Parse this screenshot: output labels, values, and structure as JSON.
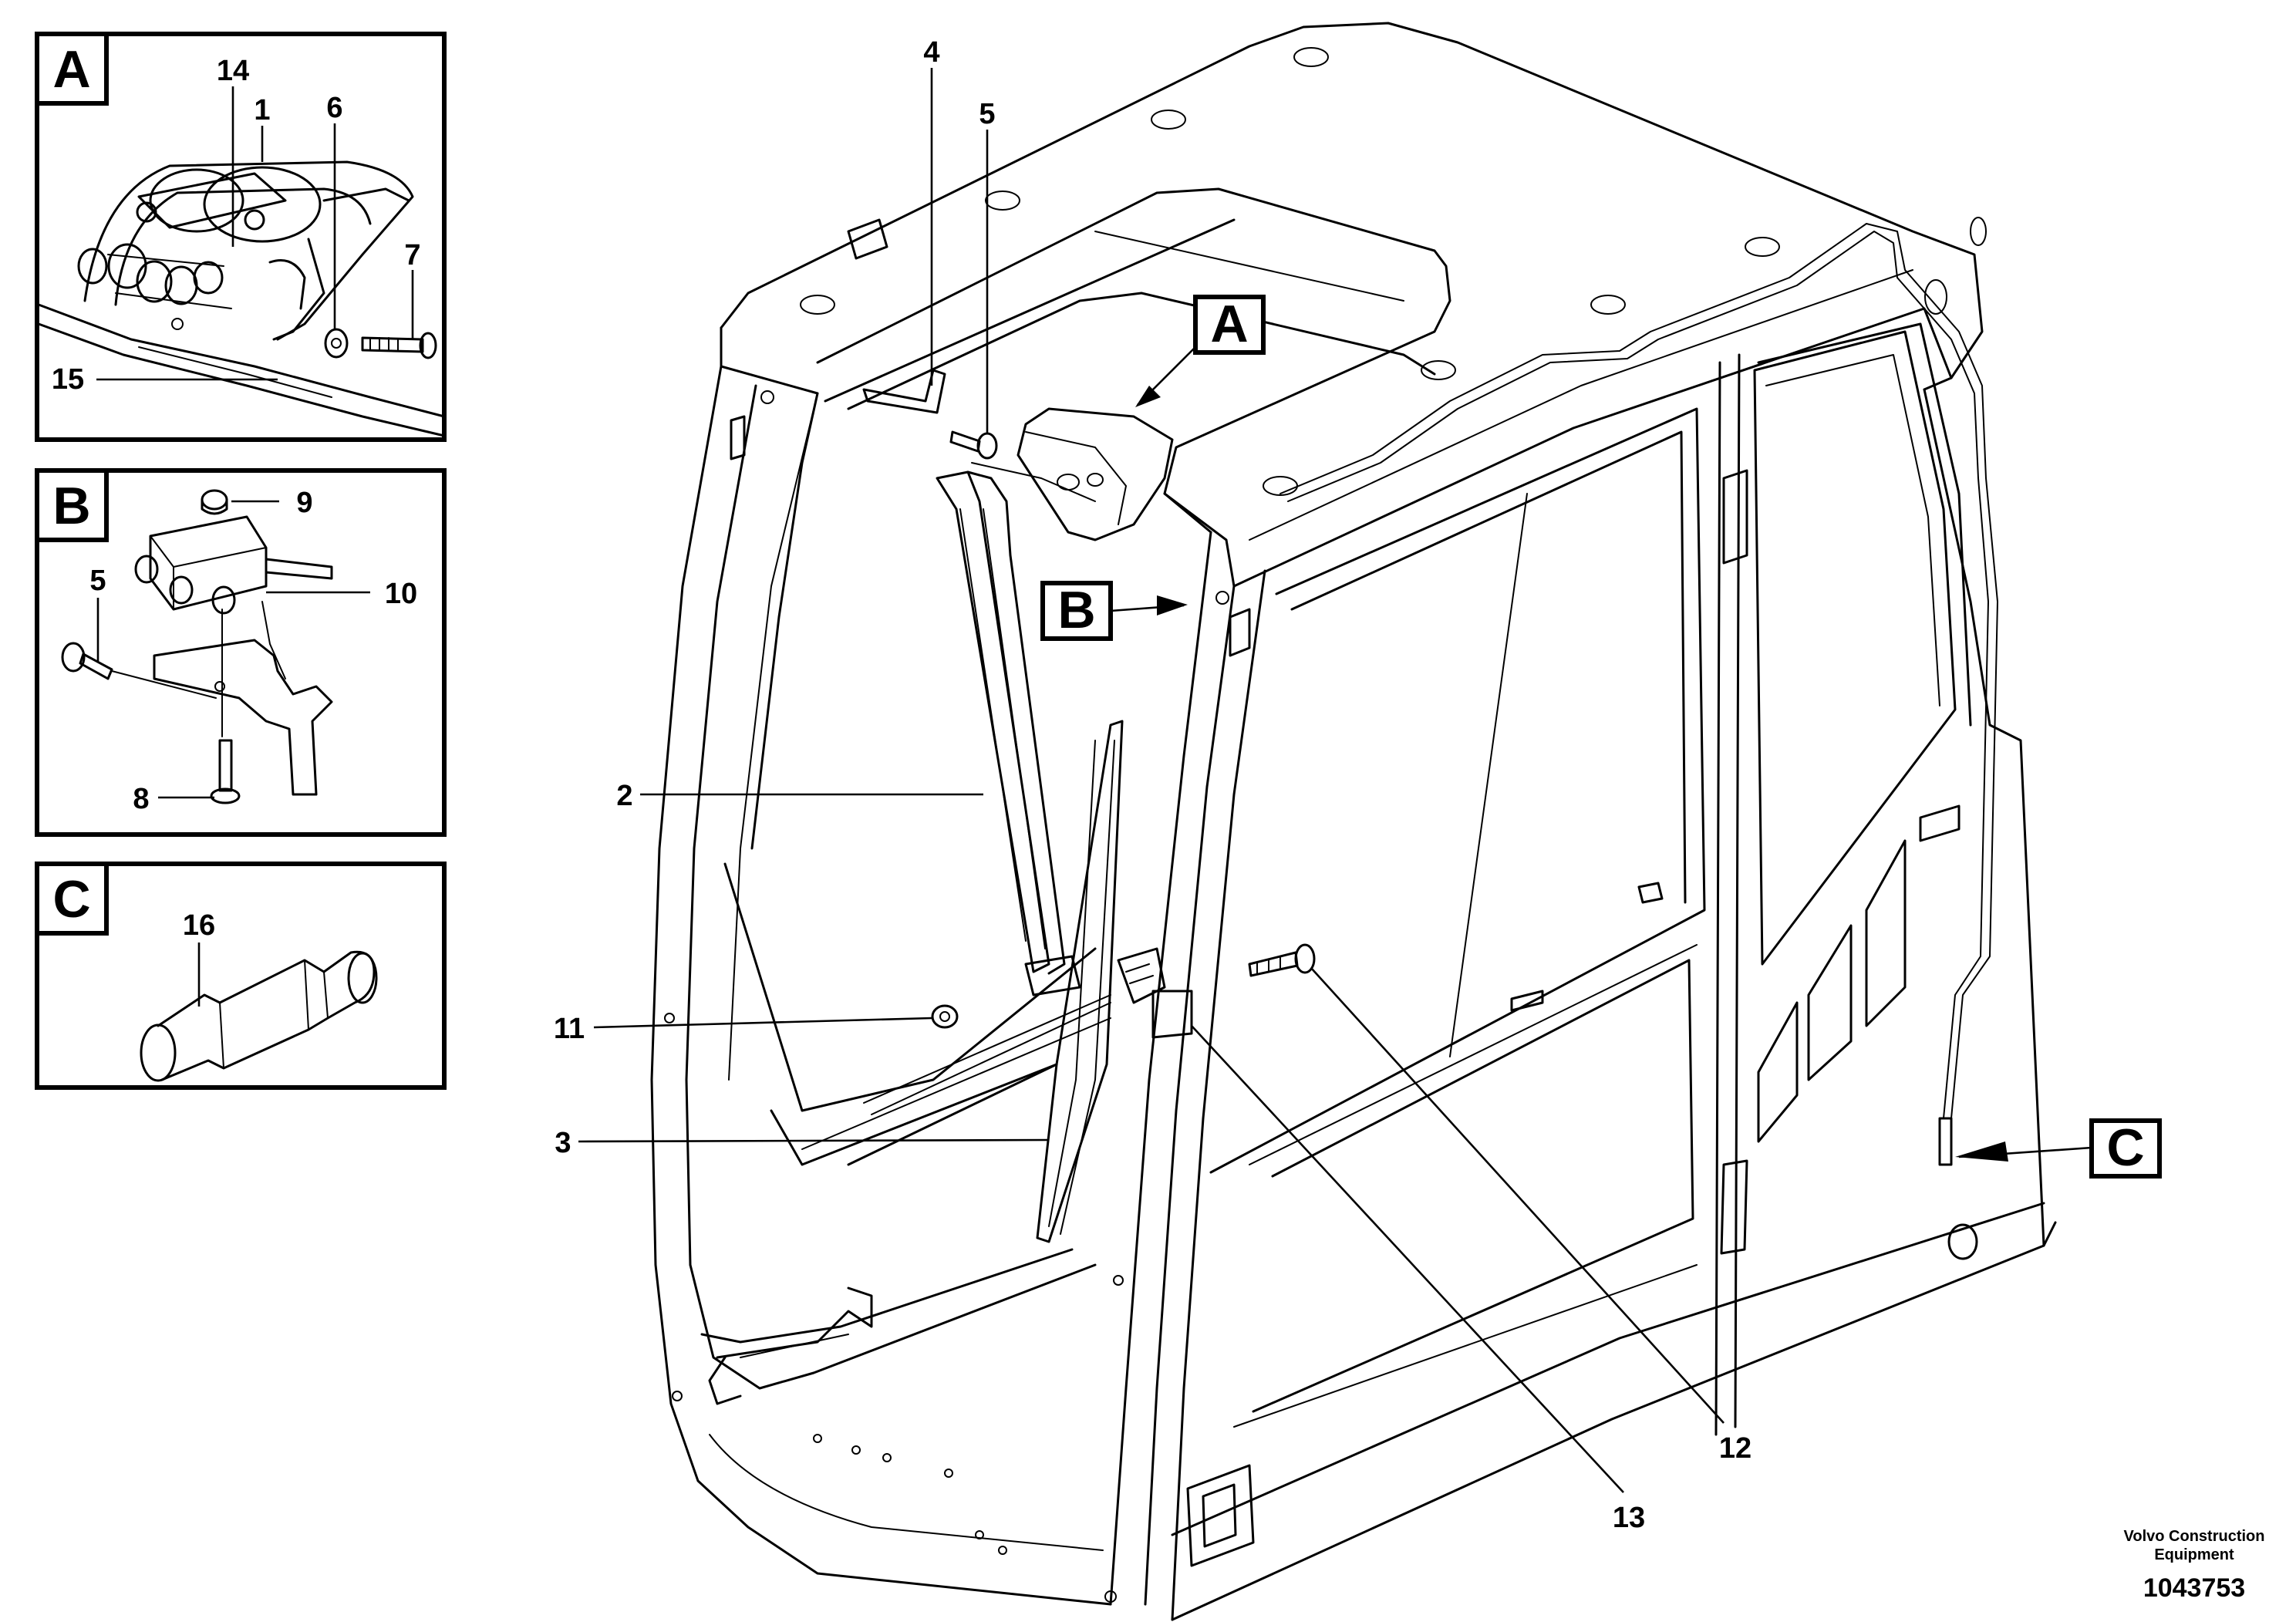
{
  "detail_views": {
    "A": {
      "tag": "A",
      "callouts": [
        "14",
        "1",
        "6",
        "7",
        "15"
      ]
    },
    "B": {
      "tag": "B",
      "callouts": [
        "9",
        "10",
        "5",
        "8"
      ]
    },
    "C": {
      "tag": "C",
      "callouts": [
        "16"
      ]
    }
  },
  "main_view": {
    "view_tags": [
      "A",
      "B",
      "C"
    ],
    "callouts": [
      "4",
      "5",
      "2",
      "11",
      "3",
      "12",
      "13"
    ]
  },
  "footer": {
    "company_line1": "Volvo Construction",
    "company_line2": "Equipment",
    "drawing_number": "1043753"
  }
}
